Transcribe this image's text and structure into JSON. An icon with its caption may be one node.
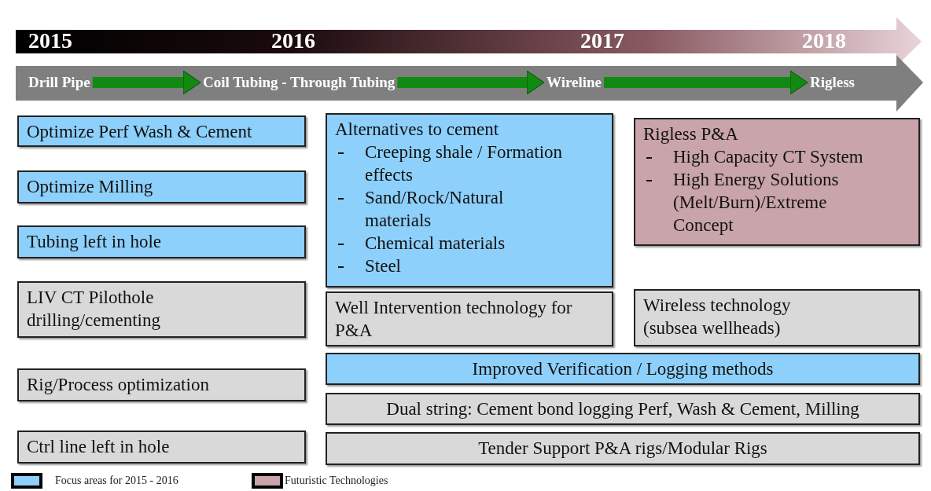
{
  "diagram": {
    "nodes": [
      {
        "text": [
          "Drill Pipe"
        ]
      },
      {
        "text": [
          "Coil Tubing - Through Tubing"
        ]
      },
      {
        "text": [
          "Wireline"
        ]
      },
      {
        "text": [
          "Rigless"
        ]
      },
      {
        "text": [
          "Optimize Perf Wash & Cement"
        ]
      },
      {
        "text": [
          "Optimize Milling"
        ]
      },
      {
        "text": [
          "Tubing left in hole"
        ]
      },
      {
        "text": [
          "LIV CT Pilothole drilling/cementing"
        ]
      },
      {
        "text": [
          "Rig/Process optimization"
        ]
      },
      {
        "text": [
          "Ctrl line left in hole"
        ]
      },
      {
        "text": [
          "Alternatives to cement",
          "Creeping shale / Formation effects",
          "Sand/Rock/Natural materials",
          "Chemical materials",
          "Steel"
        ]
      },
      {
        "text": [
          "Well Intervention technology for P&A"
        ]
      },
      {
        "text": [
          "Rigless P&A",
          "High Capacity CT System",
          "High Energy Solutions (Melt/Burn)/Extreme Concept"
        ]
      },
      {
        "text": [
          "Wireless technology (subsea wellheads)"
        ]
      },
      {
        "text": [
          "Improved Verification / Logging methods"
        ]
      },
      {
        "text": [
          "Dual string: Cement bond logging Perf, Wash & Cement, Milling"
        ]
      },
      {
        "text": [
          "Tender Support P&A rigs/Modular Rigs"
        ]
      }
    ],
    "edges": [
      {
        "from": 0,
        "to": 1,
        "arrow": "to"
      },
      {
        "from": 1,
        "to": 2,
        "arrow": "to"
      },
      {
        "from": 2,
        "to": 3,
        "arrow": "to"
      }
    ],
    "labels": [
      "2015",
      "2016",
      "2017",
      "2018"
    ],
    "legend": [
      {
        "text": "Focus areas for 2015 - 2016",
        "color": "#8dd0fb"
      },
      {
        "text": "Futuristic Technologies",
        "color": "#c9a4aa"
      }
    ]
  }
}
